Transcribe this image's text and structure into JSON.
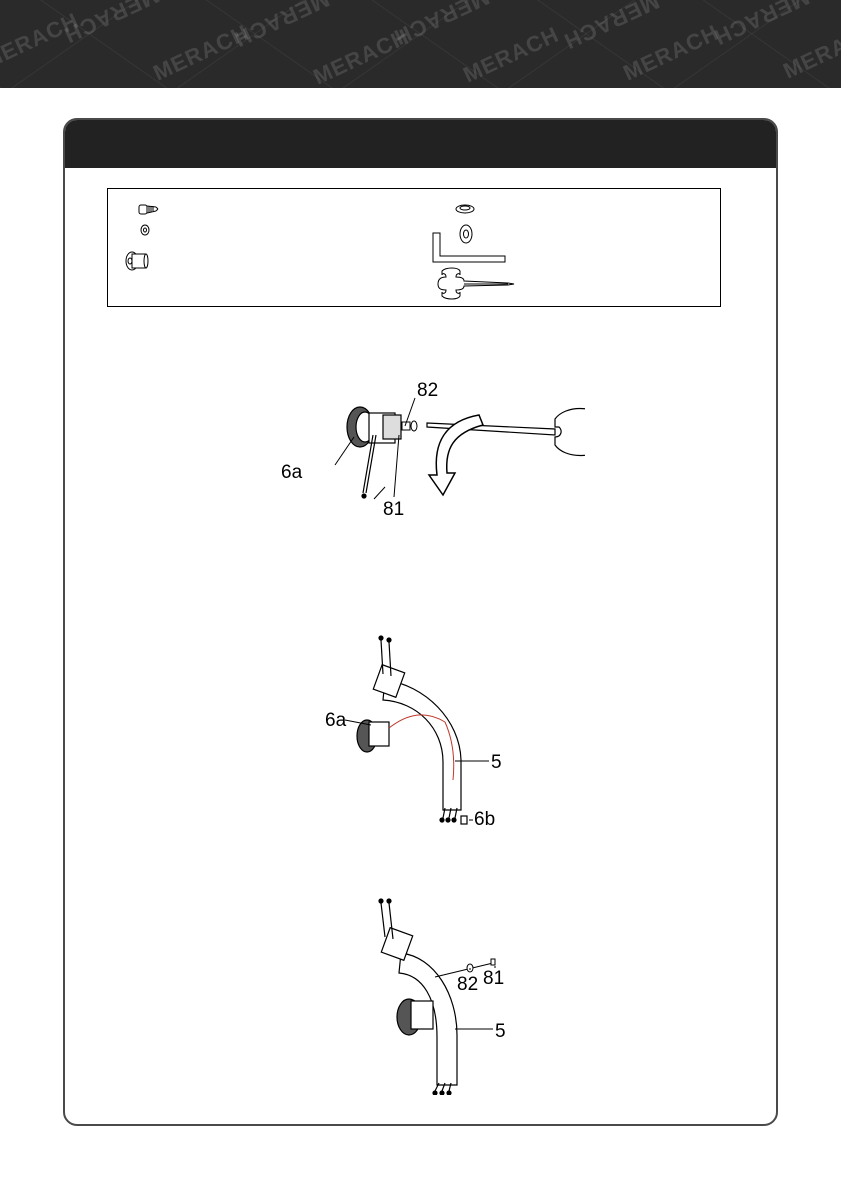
{
  "watermark": {
    "brand": "MERACH",
    "brand_mirrored": "HDARƎM"
  },
  "step1": {
    "labels": {
      "part_6a": "6a",
      "part_82": "82",
      "part_81": "81"
    }
  },
  "step2": {
    "labels": {
      "part_6a": "6a",
      "part_5": "5",
      "part_6b": "6b"
    }
  },
  "step3": {
    "labels": {
      "part_82": "82",
      "part_81": "81",
      "part_5": "5"
    }
  },
  "colors": {
    "banner": "#2a2a2a",
    "header": "#222222",
    "cable": "#c0392b"
  }
}
